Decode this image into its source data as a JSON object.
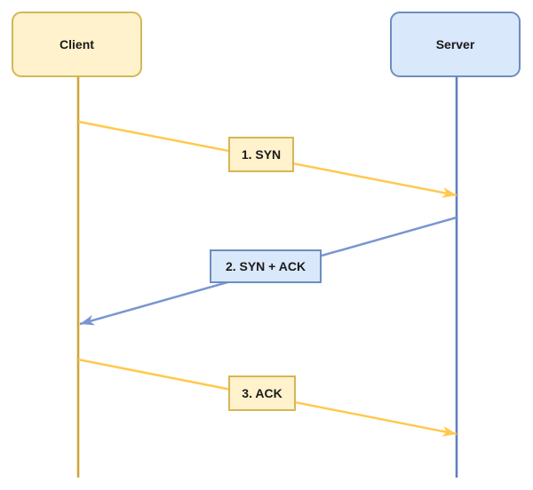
{
  "diagram": {
    "actors": [
      {
        "id": "client",
        "label": "Client",
        "fill": "#FFF2CC",
        "stroke": "#D6B656",
        "lifeline_color": "#CFA53C"
      },
      {
        "id": "server",
        "label": "Server",
        "fill": "#DAE8FC",
        "stroke": "#6C8EBF",
        "lifeline_color": "#6080BC"
      }
    ],
    "messages": [
      {
        "label": "1. SYN",
        "from": "client",
        "to": "server",
        "arrow_color": "#FFC94D",
        "label_fill": "#FFF2CC",
        "label_stroke": "#D6B656"
      },
      {
        "label": "2. SYN + ACK",
        "from": "server",
        "to": "client",
        "arrow_color": "#7A96D0",
        "label_fill": "#DAE8FC",
        "label_stroke": "#6C8EBF"
      },
      {
        "label": "3. ACK",
        "from": "client",
        "to": "server",
        "arrow_color": "#FFC94D",
        "label_fill": "#FFF2CC",
        "label_stroke": "#D6B656"
      }
    ]
  }
}
